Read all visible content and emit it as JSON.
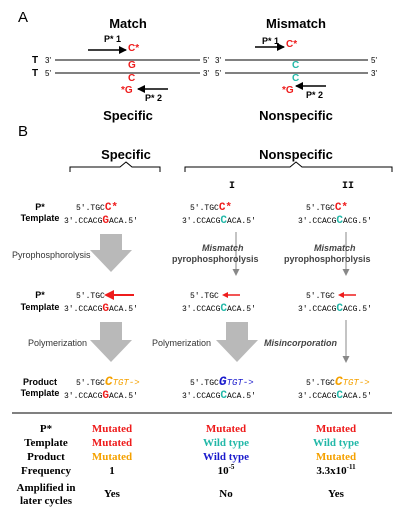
{
  "panel_a": {
    "letter": "A",
    "match_title": "Match",
    "mismatch_title": "Mismatch",
    "strand_top_label": "T",
    "strand_bottom_label": "T",
    "end_3prime": "3'",
    "end_5prime": "5'",
    "primer1": "P* 1",
    "primer2": "P* 2",
    "base_c": "C",
    "base_g": "G",
    "base_c_star": "C*",
    "base_g_star": "*G",
    "specific_label": "Specific",
    "nonspecific_label": "Nonspecific"
  },
  "panel_b": {
    "letter": "B",
    "specific_header": "Specific",
    "nonspecific_header": "Nonspecific",
    "roman_1": "I",
    "roman_2": "II",
    "row_labels": {
      "p_star_1": "P*",
      "template_1": "Template",
      "p_star_2": "P*",
      "template_2": "Template",
      "product": "Product",
      "template_3": "Template"
    },
    "step_labels": {
      "pyrophosphorolysis": "Pyrophosphorolysis",
      "mismatch_1": "Mismatch",
      "mismatch_1b": "pyrophosphorolysis",
      "mismatch_2": "Mismatch",
      "mismatch_2b": "pyrophosphorolysis",
      "polymerization_1": "Polymerization",
      "polymerization_2": "Polymerization",
      "misincorporation": "Misincorporation"
    },
    "seq": {
      "p_prefix": "5'.TGC",
      "c_star": "C*",
      "tmpl_prefix": "3'.CCACG",
      "g_red": "G",
      "c_teal": "C",
      "aca": "ACA.5'",
      "acg": "ACG.5'",
      "p_short": "5'.TGC",
      "prod_c": "C",
      "prod_g": "G",
      "prod_tail": "TGT->"
    }
  },
  "table": {
    "rows": [
      {
        "label": "P*",
        "values": [
          "Mutated",
          "Mutated",
          "Mutated"
        ]
      },
      {
        "label": "Template",
        "values": [
          "Mutated",
          "Wild type",
          "Wild type"
        ]
      },
      {
        "label": "Product",
        "values": [
          "Mutated",
          "Wild type",
          "Mutated"
        ]
      },
      {
        "label": "Frequency",
        "values": [
          "1",
          "10",
          "3.3x10"
        ],
        "exponents": [
          "",
          "-5",
          "-11"
        ]
      },
      {
        "label": "Amplified in",
        "label2": "later cycles",
        "values": [
          "Yes",
          "No",
          "Yes"
        ]
      }
    ]
  },
  "colors": {
    "red": "#ee1c1c",
    "teal": "#22b8a8",
    "orange": "#f5a100",
    "blue": "#1a1acc",
    "gray_arrow": "#b9b9b9",
    "text": "#000000"
  }
}
